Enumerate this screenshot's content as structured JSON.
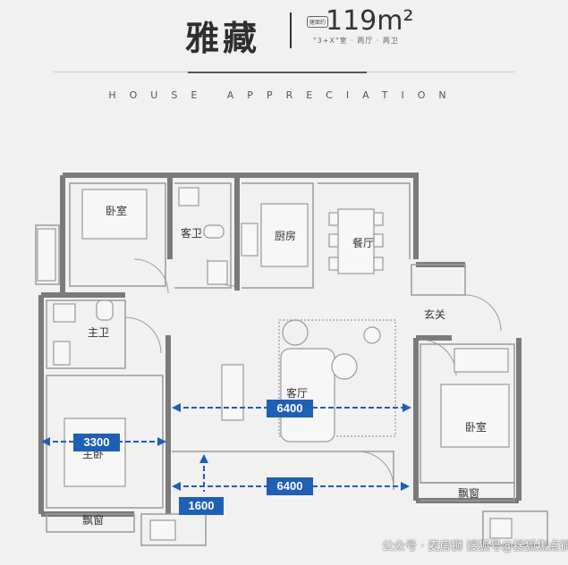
{
  "header": {
    "title": "雅藏",
    "area_tag": "建面约",
    "area": "119m²",
    "layout": "\"3+X\"室 · 两厅 · 两卫",
    "caption": "HOUSE APPRECIATION"
  },
  "rooms": {
    "bedroom_nw": "卧室",
    "guest_bath": "客卫",
    "kitchen": "厨房",
    "dining": "餐厅",
    "master_bath": "主卫",
    "foyer": "玄关",
    "living": "客厅",
    "bedroom_e": "卧室",
    "master_bedroom": "主卧",
    "bay_window_w": "飘窗",
    "bay_window_e": "飘窗"
  },
  "dimensions": {
    "living_width_top": "6400",
    "living_width_bottom": "6400",
    "master_width": "3300",
    "depth": "1600"
  },
  "watermark": {
    "text": "公众号 · 麦房狮 搜狐号@搜狐焦点铜川站"
  },
  "colors": {
    "wall": "#7a7a7a",
    "dimension": "#1f5fb5",
    "fixture": "#9a9a9a"
  }
}
